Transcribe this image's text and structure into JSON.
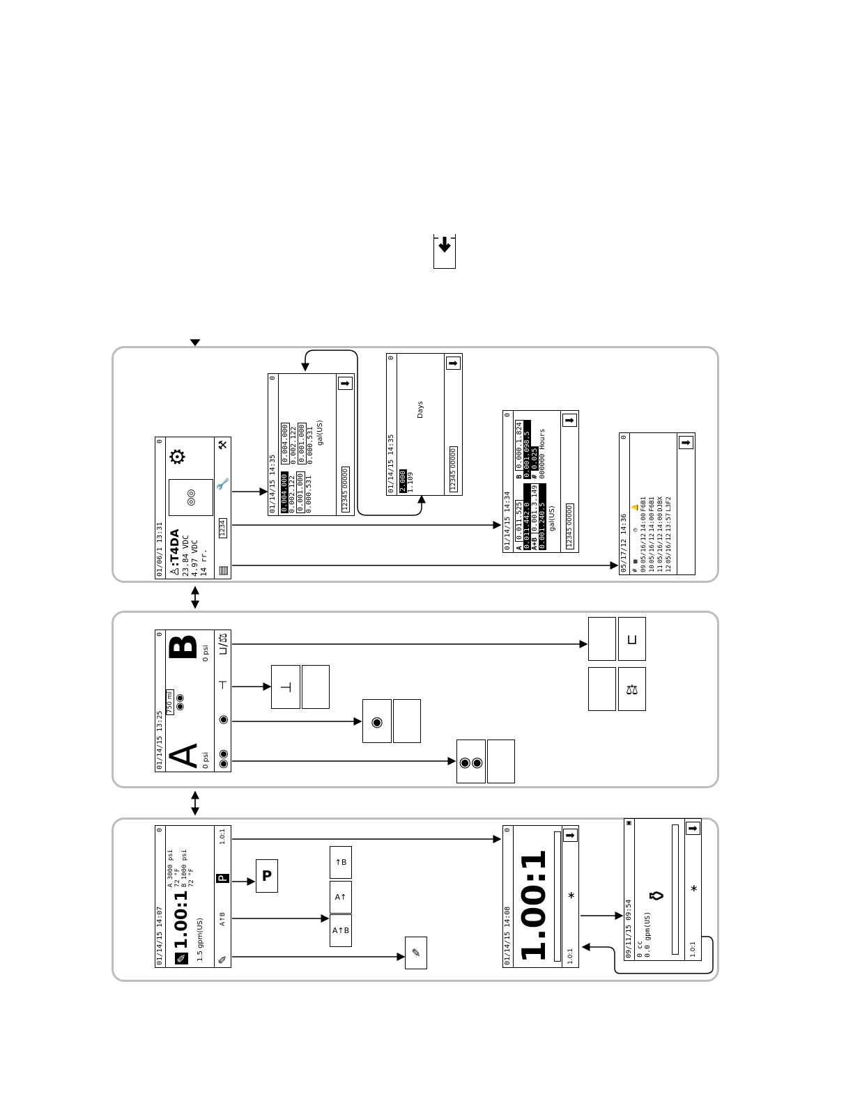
{
  "top_icon": "import-icon",
  "panels": {
    "setup": {
      "main": {
        "timestamp": "01/06/1 13:31",
        "model": ":T4DA",
        "v1": "23.84 VDC",
        "v2": "4.97 VDC",
        "v3": "14 rr.",
        "status": "0",
        "icons": [
          "pump-icon",
          "wrench-icon",
          "totals-icon",
          "reports-icon"
        ]
      },
      "maint": {
        "timestamp": "01/14/15 14:35",
        "counter": "0",
        "rows_a": [
          "0.004.000",
          "0.002.122",
          "0.001.000",
          "0.000.531"
        ],
        "rows_b": [
          "0.004.000",
          "0.002.122",
          "0.001.000",
          "0.000.531"
        ],
        "unit": "gal(US)",
        "badge": "12345 00000"
      },
      "days": {
        "timestamp": "01/14/15 14:35",
        "counter": "0",
        "val1": "2.000",
        "val2": "1.109",
        "label": "Days",
        "badge": "12345 00000"
      },
      "totals": {
        "timestamp": "01/14/15 14:34",
        "counter": "0",
        "a_label": "A",
        "b_label": "B",
        "ab_label": "A+B",
        "a_vals": [
          "0.011.525",
          "0.011.442.0"
        ],
        "ab_vals": [
          "0.001.3.149",
          "0.001.240.5"
        ],
        "b_vals": [
          "0.000.1.824",
          "0.001.098.5"
        ],
        "hash_val": "0.025",
        "hours": "000000 Hours",
        "unit": "gal(US)",
        "badge": "12345 00000"
      },
      "events": {
        "timestamp": "05/17/12 14:36",
        "counter": "0",
        "cols": [
          "#",
          "",
          ""
        ],
        "rows": [
          [
            "09",
            "05/16/12",
            "14:00",
            "F6B1"
          ],
          [
            "10",
            "05/16/12",
            "14:00",
            "F6B1"
          ],
          [
            "11",
            "05/16/12",
            "14:00",
            "DJBX"
          ],
          [
            "12",
            "05/16/12",
            "13:57",
            "L3F2"
          ]
        ]
      }
    },
    "material": {
      "main": {
        "timestamp": "01/14/15 13:25",
        "counter": "0",
        "a": "A",
        "b": "B",
        "a_psi": "0 psi",
        "b_psi": "0 psi",
        "volume": "750 ml"
      }
    },
    "run": {
      "main": {
        "timestamp": "01/14/15 14:07",
        "counter": "0",
        "ratio": "1.00:1",
        "flow": "1.5 gpm(US)",
        "pa": "3000 psi",
        "ta": "72 °F",
        "pb": "1000 psi",
        "tb": "72 °F",
        "ratio_short": "1.0:1"
      },
      "ratio_screen": {
        "timestamp": "01/14/15 14:08",
        "counter": "0",
        "ratio": "1.00:1",
        "ratio_short": "1.0:1"
      },
      "calib": {
        "timestamp": "09/11/15 09:54",
        "vol": "0 cc",
        "flow": "0.0 gpm(US)",
        "ratio_short": "1.0:1"
      }
    }
  }
}
